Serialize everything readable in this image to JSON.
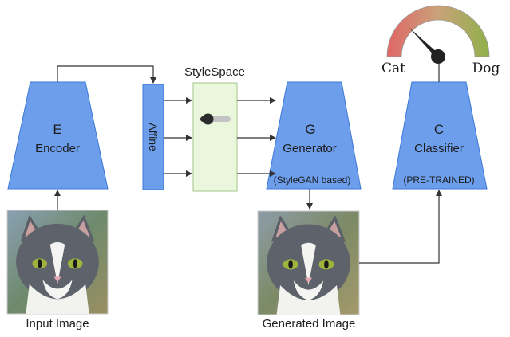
{
  "encoder": {
    "letter": "E",
    "name": "Encoder"
  },
  "affine": {
    "label": "Affine"
  },
  "stylespace": {
    "title": "StyleSpace",
    "slider_level": 0.25
  },
  "generator": {
    "letter": "G",
    "name": "Generator",
    "note": "(StyleGAN based)"
  },
  "classifier": {
    "letter": "C",
    "name": "Classifier",
    "note": "(PRE-TRAINED)"
  },
  "gauge": {
    "left_label": "Cat",
    "right_label": "Dog",
    "needle_value": 0.25
  },
  "images": {
    "input_caption": "Input Image",
    "generated_caption": "Generated Image"
  },
  "colors": {
    "block_fill": "#6d9eeb",
    "block_stroke": "#3c78d8",
    "stylespace_fill": "#eaf7dc",
    "stylespace_stroke": "#a3c48a",
    "arrow": "#333333",
    "gauge_cat": "#e06666",
    "gauge_dog": "#8fb04a"
  }
}
